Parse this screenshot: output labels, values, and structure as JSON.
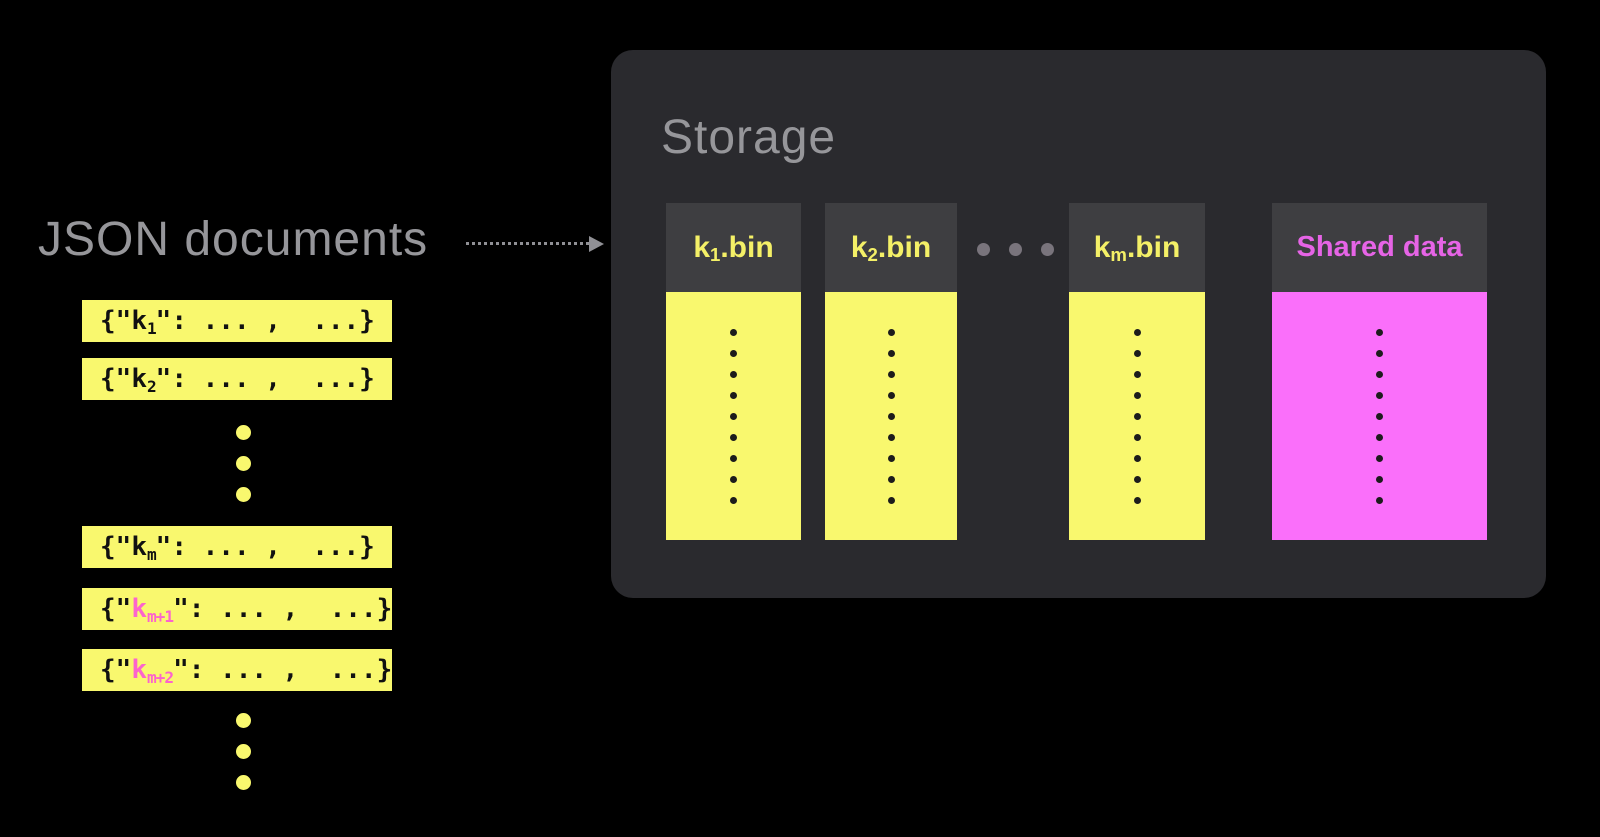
{
  "left": {
    "title": "JSON documents",
    "bars": [
      {
        "open": "{\"",
        "key": "k",
        "sub": "1",
        "close": "\": ... ,  ...}",
        "highlighted": false
      },
      {
        "open": "{\"",
        "key": "k",
        "sub": "2",
        "close": "\": ... ,  ...}",
        "highlighted": false
      },
      {
        "open": "{\"",
        "key": "k",
        "sub": "m",
        "close": "\": ... ,  ...}",
        "highlighted": false
      },
      {
        "open": "{\"",
        "key": "k",
        "sub": "m+1",
        "close": "\": ... ,  ...}",
        "highlighted": true
      },
      {
        "open": "{\"",
        "key": "k",
        "sub": "m+2",
        "close": "\": ... ,  ...}",
        "highlighted": true
      }
    ]
  },
  "storage": {
    "title": "Storage",
    "columns": [
      {
        "key": "k",
        "sub": "1",
        "suffix": ".bin",
        "type": "partition"
      },
      {
        "key": "k",
        "sub": "2",
        "suffix": ".bin",
        "type": "partition"
      },
      {
        "key": "k",
        "sub": "m",
        "suffix": ".bin",
        "type": "partition"
      },
      {
        "label": "Shared data",
        "type": "shared"
      }
    ]
  },
  "colors": {
    "background": "#000000",
    "panel_bg": "#2A2A2E",
    "column_header_bg": "#3E3E41",
    "yellow": "#F9F86E",
    "magenta": "#FA6FFA",
    "pink_key": "#FC64CC",
    "magenta_label": "#E664E6",
    "header_yellow_text": "#F4F067",
    "title_gray": "#96969A",
    "arrow_gray": "#909095"
  }
}
